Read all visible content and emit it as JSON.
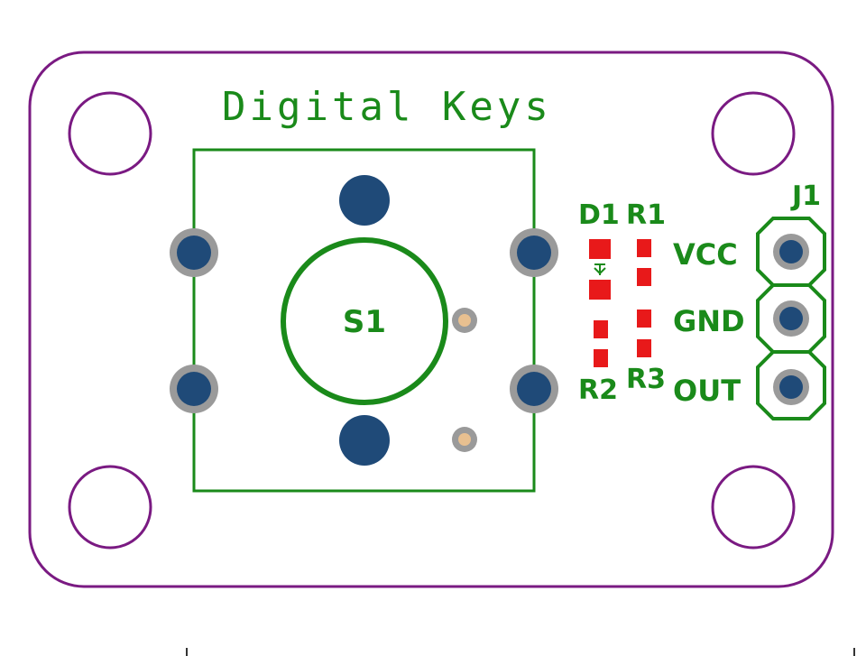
{
  "title": "Digital Keys",
  "switch": {
    "designator": "S1"
  },
  "components": {
    "d1": "D1",
    "r1": "R1",
    "r2": "R2",
    "r3": "R3"
  },
  "connector": {
    "designator": "J1",
    "pins": [
      "VCC",
      "GND",
      "OUT"
    ]
  },
  "colors": {
    "board_outline": "#7a1a82",
    "silkscreen": "#1a8a1a",
    "pad": "#1f4a78",
    "pad_ring": "#9a9a9a",
    "smd_pad": "#e8191a",
    "led_pad": "#e8c090"
  }
}
